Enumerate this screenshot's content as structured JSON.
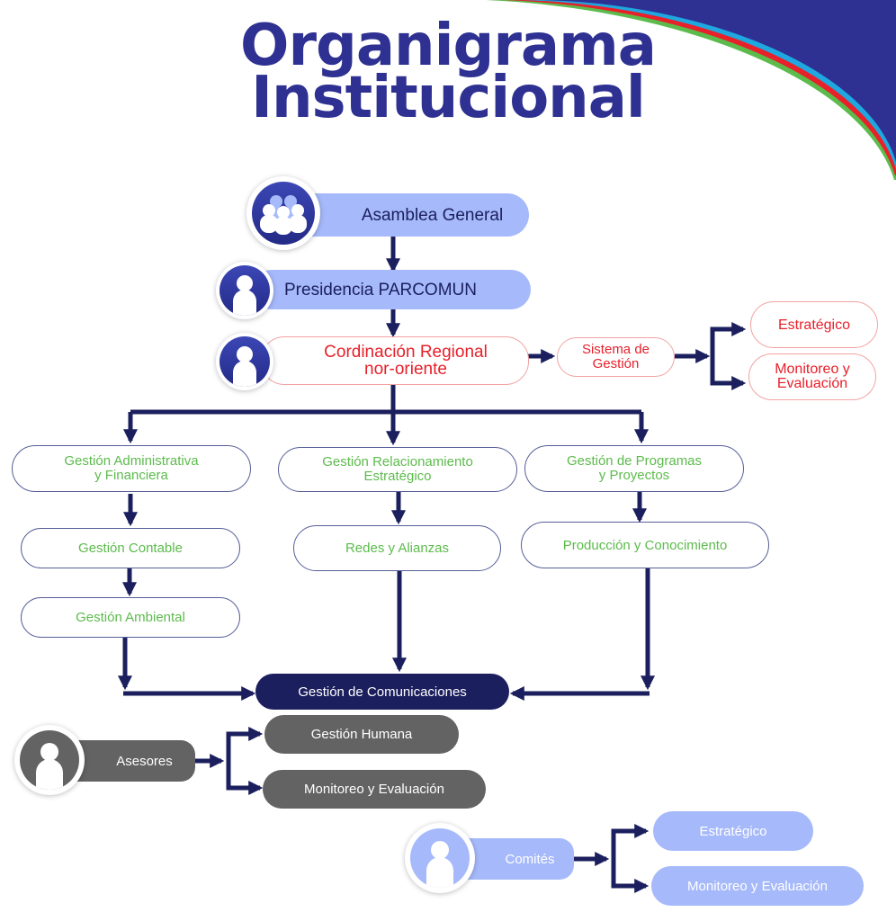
{
  "title": {
    "line1": "Organigrama",
    "line2": "Institucional"
  },
  "colors": {
    "title": "#2e3192",
    "corner_navy": "#2e3192",
    "stripe_blue": "#1fa7e0",
    "stripe_red": "#e8202a",
    "stripe_green": "#5cbb4c",
    "connector": "#1b1f5e",
    "lavender": "#a6b9fa",
    "red_text": "#e8202a",
    "green_text": "#5cbb4c",
    "gray": "#636363"
  },
  "nodes": {
    "asamblea": {
      "label": "Asamblea General",
      "icon": "group-icon"
    },
    "presidencia": {
      "label": "Presidencia PARCOMUN",
      "icon": "user-icon"
    },
    "coordinacion": {
      "label": "Cordinación Regional\nnor-oriente",
      "icon": "user-icon"
    },
    "sistema_gestion": {
      "label": "Sistema de\nGestión"
    },
    "sg_estrategico": {
      "label": "Estratégico"
    },
    "sg_monitoreo": {
      "label": "Monitoreo y\nEvaluación"
    },
    "admin_financiera": {
      "label": "Gestión Administrativa\ny Financiera"
    },
    "relacionamiento": {
      "label": "Gestión Relacionamiento\nEstratégico"
    },
    "programas": {
      "label": "Gestión de Programas\ny Proyectos"
    },
    "contable": {
      "label": "Gestión Contable"
    },
    "redes": {
      "label": "Redes y Alianzas"
    },
    "produccion": {
      "label": "Producción y Conocimiento"
    },
    "ambiental": {
      "label": "Gestión Ambiental"
    },
    "comunicaciones": {
      "label": "Gestión de Comunicaciones"
    },
    "asesores": {
      "label": "Asesores",
      "icon": "user-icon"
    },
    "humana": {
      "label": "Gestión Humana"
    },
    "as_monitoreo": {
      "label": "Monitoreo y Evaluación"
    },
    "comites": {
      "label": "Comités",
      "icon": "user-icon"
    },
    "co_estrategico": {
      "label": "Estratégico"
    },
    "co_monitoreo": {
      "label": "Monitoreo y Evaluación"
    }
  }
}
